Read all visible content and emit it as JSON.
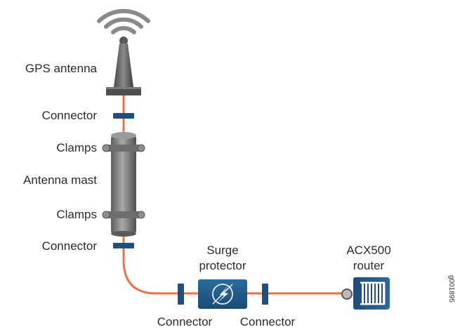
{
  "labels": {
    "gps_antenna": "GPS antenna",
    "connector_top": "Connector",
    "clamps_top": "Clamps",
    "antenna_mast": "Antenna mast",
    "clamps_bottom": "Clamps",
    "connector_bottom": "Connector",
    "surge_protector_line1": "Surge",
    "surge_protector_line2": "protector",
    "router_line1": "ACX500",
    "router_line2": "router",
    "connector_left": "Connector",
    "connector_right": "Connector"
  },
  "figure_id": "g001895",
  "colors": {
    "cable": "#e8734f",
    "connector": "#1f4f7a",
    "surge_box": "#1f5a86",
    "mast": "#7a7a7a",
    "antenna": "#555555",
    "text": "#2b2b2b"
  },
  "icons": {
    "antenna": "signal-waves-icon",
    "surge": "lightning-bolt-icon",
    "router": "router-port-icon"
  }
}
